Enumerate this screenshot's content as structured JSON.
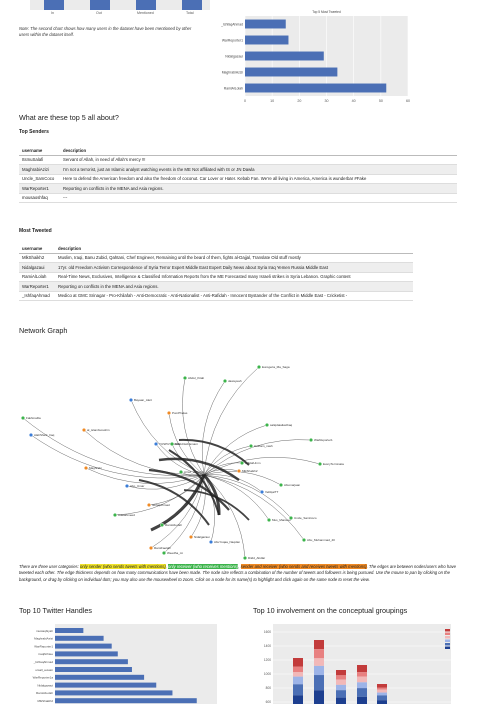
{
  "top_bar_chart": {
    "categories": [
      "In",
      "Out",
      "Mentioned",
      "Total"
    ],
    "title": ""
  },
  "note_text": "Note: The second chart shows how many users in the dataset have been mentioned by other users within the dataset itself.",
  "mentioned_chart": {
    "title": "Top 5 Most Tweeted",
    "type": "bar",
    "categories": [
      "_IshfaqAhmad",
      "WarReporter1",
      "Nidalgazaui",
      "MaghrabiAzizi",
      "RamiAlLolah"
    ],
    "values": [
      15,
      16,
      29,
      34,
      52
    ],
    "xticks": [
      "0",
      "10",
      "20",
      "30",
      "40",
      "50",
      "60"
    ],
    "xlim": [
      0,
      60
    ],
    "bar_color": "#4b6fb5"
  },
  "section_top5": {
    "title": "What are these top 5 all about?"
  },
  "top_senders": {
    "title": "Top Senders",
    "headers": [
      "username",
      "description"
    ],
    "rows": [
      [
        "ItsInuSalafi",
        "Servant of Allah, in need of Allah's mercy !!!"
      ],
      [
        "MaghrabiAzizi",
        "I'm not a terrorist, just an Islamic analyst watching events in the ME Not affiliated with IS or JN Dawla"
      ],
      [
        "Uncle_SamCoco",
        "Here to defend the American freedom and also the freedom of coconut. Car Lover or Hater. Kebab Fan. We're all living in America, America is wunderbar #Fake"
      ],
      [
        "WarReporter1",
        "Reporting on conflicts in the MENA and Asia regions."
      ],
      [
        "mousaoshfaq",
        "---"
      ]
    ]
  },
  "most_tweeted": {
    "title": "Most Tweeted",
    "headers": [
      "username",
      "description"
    ],
    "rows": [
      [
        "MlkShaikh2",
        "Muslim, Iraqi, Banu Zubid, Qahtani, Chef Engineer, Remaining until the beard of them, fights al-Dajjal, Translate Old stuff mostly"
      ],
      [
        "Nidalgazaui",
        "17yr. old Freedom Activism Correspondence of Syria Terror Expert Middle East Expert Daily News about Syria Iraq Yemen Russia Middle East"
      ],
      [
        "RamiAlLolah",
        "Real-Time News, Exclusives, Intelligence & Classified Information Reports from the ME Forecasted many Israeli strikes in Syria Lebanon. Graphic content"
      ],
      [
        "WarReporter1",
        "Reporting on conflicts in the MENA and Asia regions."
      ],
      [
        "_IshfaqAhmad",
        "Medico at GMC Srinagar - Pro-Khilafah - Anti-Democratic - Anti-Nationalist - Anti-Rafidah - Innocent Bystander of the Conflict in Middle East - Cricketist -"
      ]
    ]
  },
  "network": {
    "title": "Network Graph",
    "node_labels": [
      "Abdul_Kitab",
      "Bayaan_Alert",
      "dawsyeah",
      "Eurogeria_Ma_Saga",
      "al_islambureshin",
      "PomPhelas",
      "YUSPUSHMAN",
      "AbuIdrissUsmani",
      "saliqdaiaikazbaq",
      "WarReporter1",
      "Hatham_nash",
      "MAtlalUmm",
      "FakhmaDa",
      "AlahSheik_Iraq",
      "Maghrabi",
      "Abo_Umar",
      "Arraz_Jarbukh",
      "MlkShaikh2",
      "Abumarjaan",
      "EveryTerminata",
      "VeRqaiTT",
      "IshfaqAhmad",
      "Mus_Mansour",
      "Uncle_SamCoco",
      "Adelahmeed",
      "RamiAlLolah",
      "Nidalgazaui",
      "Abu_Muhammad_40",
      "AbuYuqaa_Naqdan",
      "Diidd_Abdlar",
      "Weedha_mi",
      "RamiFaelaR"
    ],
    "legend_prefix": "There are three user categories:",
    "legend_yellow": "only sender (who sends tweets with mentions)",
    "legend_sep": ",",
    "legend_green": "only receiver (who receives mentions)",
    "legend_sep2": ",",
    "legend_orange": "sender and receiver (who sends and receives tweets with mentions)",
    "legend_suffix": ". The edges are between nodes/users who have tweeted each other. The edge thickness depends on how many communications have been made. The node size reflects a combination of the number of tweets and followers is being pursued. Use the mouse to pan by clicking on the background, or drag by clicking on individual dots; you may also use the mousewheel to zoom. Click on a node for its name(s) to highlight and click again on the same node to reset the view.",
    "colors": {
      "sender": "#f0e32a",
      "receiver": "#3cb44b",
      "both": "#f08a24",
      "blue": "#3a7dd8"
    }
  },
  "top10_handles": {
    "title": "Top 10 Twitter Handles",
    "categories": [
      "mustaqbiyah",
      "MaghrabiAzizi",
      "WarReporter1",
      "iraqifichtee",
      "_IshfaqAhmad",
      "ursall_auvain",
      "WarReporter1a",
      "Nidalgazaui",
      "RamiAlLolah",
      "MlkShaikh2"
    ],
    "values": [
      14,
      24,
      28,
      31,
      36,
      38,
      44,
      50,
      58,
      70
    ]
  },
  "top10_involvement": {
    "title": "Top 10 involvement on the conceptual groupings",
    "yticks": [
      "1600",
      "1400",
      "1200",
      "1000",
      "800",
      "600"
    ],
    "legend_colors": [
      "#c23b3b",
      "#e88080",
      "#f2b8b8",
      "#9db4e8",
      "#4b6fb5",
      "#1d3f8f"
    ]
  }
}
